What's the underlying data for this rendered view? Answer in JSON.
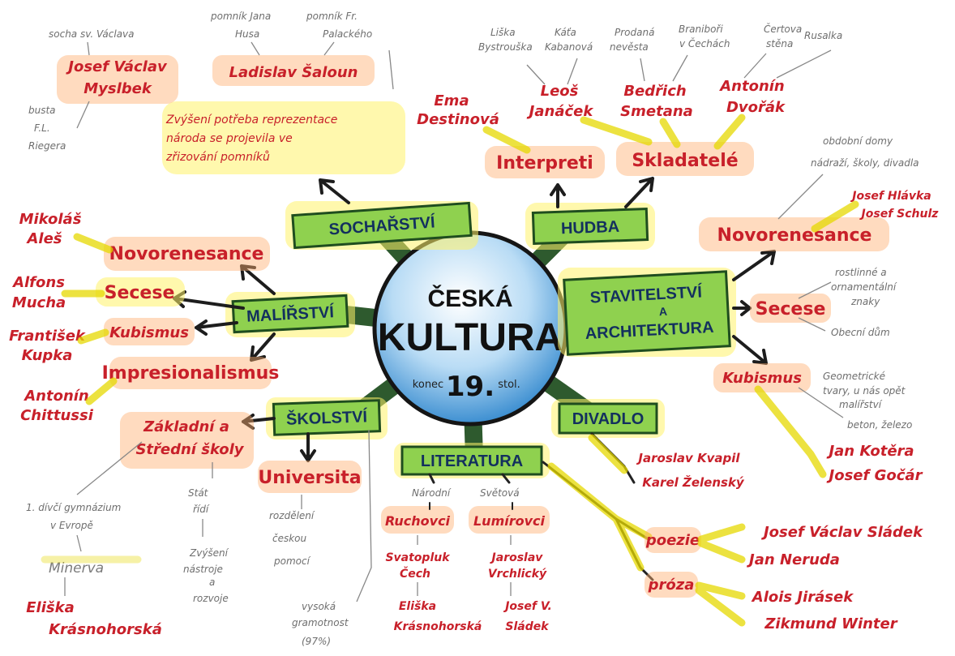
{
  "center": {
    "line1": "ČESKÁ",
    "line2": "KULTURA",
    "konec": "konec",
    "century": "19.",
    "stol": "stol."
  },
  "branches": {
    "socharstvi": "SOCHAŘSTVÍ",
    "hudba": "HUDBA",
    "malirstvi": "MALÍŘSTVÍ",
    "stavitelstvi_1": "STAVITELSTVÍ",
    "stavitelstvi_2": "A",
    "stavitelstvi_3": "ARCHITEKTURA",
    "skolstvi": "ŠKOLSTVÍ",
    "divadlo": "DIVADLO",
    "literatura": "LITERATURA"
  },
  "sochar": {
    "zvyseni_1": "Zvýšení potřeba reprezentace",
    "zvyseni_2": "národa se projevila ve",
    "zvyseni_3": "zřizování pomníků",
    "myslbek_1": "Josef Václav",
    "myslbek_2": "Myslbek",
    "socha_vaclav": "socha sv. Václava",
    "busta_1": "busta",
    "busta_2": "F.L.",
    "busta_3": "Riegera",
    "saloun": "Ladislav Šaloun",
    "pomnik_hus_1": "pomník Jana",
    "pomnik_hus_2": "Husa",
    "pomnik_pal_1": "pomník Fr.",
    "pomnik_pal_2": "Palackého"
  },
  "hudba": {
    "interpreti": "Interpreti",
    "skladatele": "Skladatelé",
    "destinova_1": "Ema",
    "destinova_2": "Destinová",
    "janacek_1": "Leoš",
    "janacek_2": "Janáček",
    "janacek_w1a": "Liška",
    "janacek_w1b": "Bystrouška",
    "janacek_w2a": "Káťa",
    "janacek_w2b": "Kabanová",
    "smetana_1": "Bedřich",
    "smetana_2": "Smetana",
    "smetana_w1a": "Prodaná",
    "smetana_w1b": "nevěsta",
    "smetana_w2a": "Braniboři",
    "smetana_w2b": "v Čechách",
    "dvorak_1": "Antonín",
    "dvorak_2": "Dvořák",
    "dvorak_w1a": "Čertova",
    "dvorak_w1b": "stěna",
    "dvorak_w2": "Rusalka"
  },
  "malir": {
    "novorenesance": "Novorenesance",
    "secese": "Secese",
    "kubismus": "Kubismus",
    "impresionalismus": "Impresionalismus",
    "ales_1": "Mikoláš",
    "ales_2": "Aleš",
    "mucha_1": "Alfons",
    "mucha_2": "Mucha",
    "kupka_1": "František",
    "kupka_2": "Kupka",
    "chittussi_1": "Antonín",
    "chittussi_2": "Chittussi"
  },
  "stavit": {
    "novorenesance": "Novorenesance",
    "secese": "Secese",
    "kubismus": "Kubismus",
    "novo_note_1": "obdobní domy",
    "novo_note_2": "nádraží, školy, divadla",
    "hlavka": "Josef Hlávka",
    "schulz": "Josef Schulz",
    "secese_note_1": "rostlinné a",
    "secese_note_2": "ornamentální",
    "secese_note_3": "znaky",
    "secese_note_4": "Obecní dům",
    "kub_note_1": "Geometrické",
    "kub_note_2": "tvary, u nás opět",
    "kub_note_3": "malířství",
    "kub_note_4": "beton, železo",
    "kotera": "Jan Kotěra",
    "gocar": "Josef Gočár"
  },
  "divadlo": {
    "kvapil": "Jaroslav Kvapil",
    "zelensky": "Karel Želenský"
  },
  "skol": {
    "zakladni_1": "Základní a",
    "zakladni_2": "Střední školy",
    "univerzita": "Universita",
    "gym_1": "1. dívčí gymnázium",
    "gym_2": "v Evropě",
    "minerva": "Minerva",
    "krasno_1": "Eliška",
    "krasno_2": "Krásnohorská",
    "stat_1": "Stát",
    "stat_2": "řídí",
    "zvysuje_1": "Zvýšení",
    "zvysuje_2": "nástroje",
    "zvysuje_3": "a",
    "zvysuje_4": "rozvoje",
    "rozdeleni_1": "rozdělení",
    "rozdeleni_2": "českou",
    "rozdeleni_3": "pomocí",
    "vzdel_1": "vysoká",
    "vzdel_2": "gramotnost",
    "vzdel_3": "(97%)"
  },
  "lit": {
    "narodni": "Národní",
    "svetova": "Světová",
    "ruchovci": "Ruchovci",
    "lumirovci": "Lumírovci",
    "cech_1": "Svatopluk",
    "cech_2": "Čech",
    "krasno_1": "Eliška",
    "krasno_2": "Krásnohorská",
    "vrchlicky_1": "Jaroslav",
    "vrchlicky_2": "Vrchlický",
    "sladek_1": "Josef V.",
    "sladek_2": "Sládek",
    "poezie": "poezie",
    "proza": "próza",
    "p_sladek": "Josef Václav Sládek",
    "p_neruda": "Jan Neruda",
    "p_jirasek": "Alois Jirásek",
    "p_winter": "Zikmund Winter"
  }
}
